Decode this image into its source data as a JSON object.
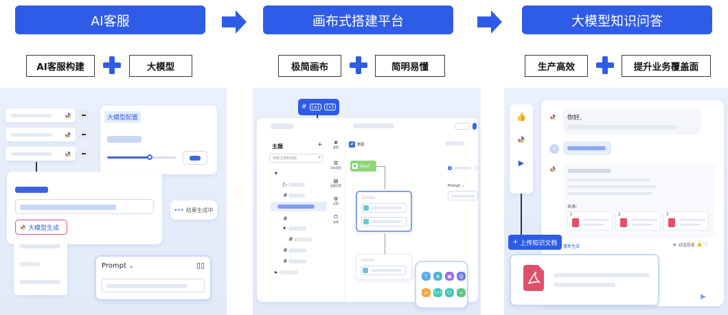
{
  "header": {
    "banner1": "AI客服",
    "banner2": "画布式搭建平台",
    "banner3": "大模型知识问答"
  },
  "tags": {
    "col1": [
      "AI客服构建",
      "大模型"
    ],
    "col2": [
      "极简画布",
      "简明易懂"
    ],
    "col3": [
      "生产高效",
      "提升业务覆盖面"
    ]
  },
  "panel1": {
    "config_title": "大模型配置",
    "generate_button": "大模型生成",
    "status": "结果生成中",
    "prompt_label": "Prompt"
  },
  "panel2": {
    "toolbar_icons": [
      "#",
      "{a}",
      "{x}"
    ],
    "topic_title": "主题",
    "search_placeholder": "搜索主题和流程",
    "rail": [
      {
        "icon": "#",
        "label": "意图"
      },
      {
        "icon": "☰",
        "label": "实体类型"
      },
      {
        "icon": "▤",
        "label": "变量设置"
      },
      {
        "icon": "⚙",
        "label": "设置"
      },
      {
        "icon": "⏻",
        "label": "说明"
      }
    ],
    "crumb": "意图",
    "start_label": "Start",
    "prompt_label": "Prompt"
  },
  "panel3": {
    "greeting": "你好,",
    "sources_label": "来源：",
    "source_indices": [
      "1",
      "2",
      "3"
    ],
    "regenerate": "重新生成",
    "feedback": "对话信息",
    "upload_button": "上传知识文档",
    "upload_icon": "+"
  },
  "colors": {
    "brand": "#2f5ce6",
    "start_node": "#8fd67a",
    "pdf": "#e0506b"
  }
}
